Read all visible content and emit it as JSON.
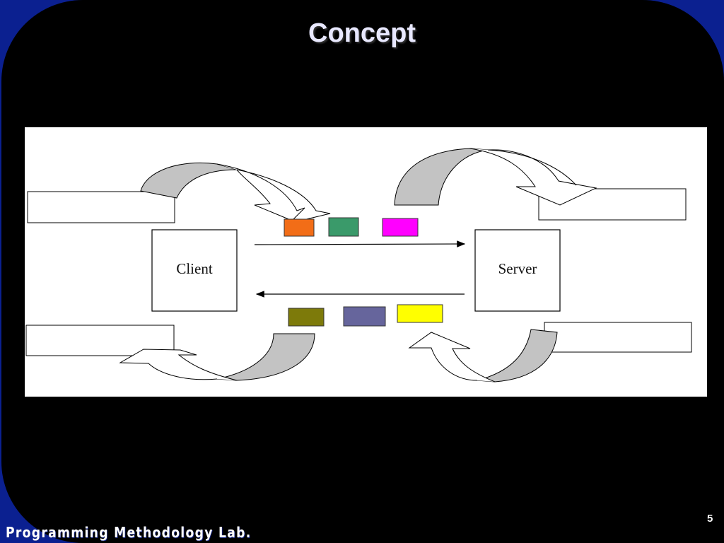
{
  "slide": {
    "title": "Concept",
    "footer": "Programming Methodology Lab.",
    "page_number": "5"
  },
  "diagram": {
    "client_label": "Client",
    "server_label": "Server",
    "outgoing_packet_colors": [
      "#f26d17",
      "#3a9a6a",
      "#ff00ff"
    ],
    "incoming_packet_colors": [
      "#7d7a0a",
      "#66659c",
      "#ffff00"
    ],
    "curved_arrow_fill": "#c3c3c3"
  }
}
